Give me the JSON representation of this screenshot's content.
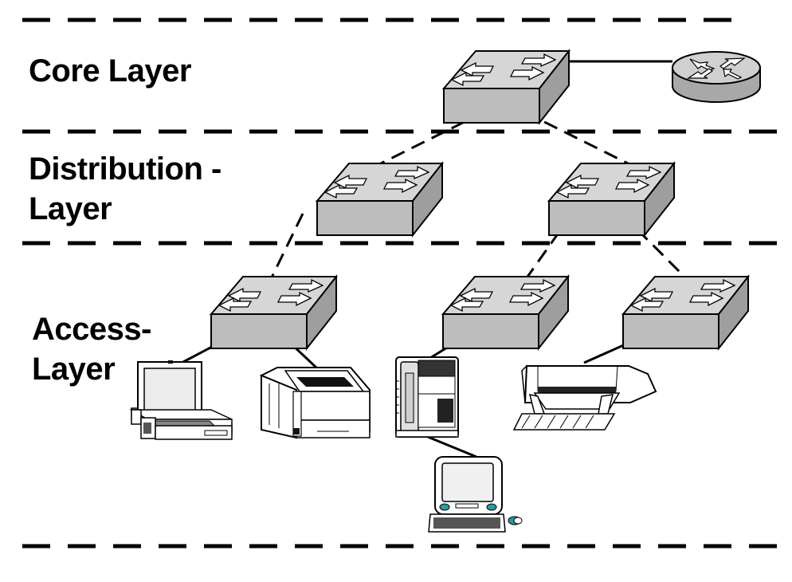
{
  "layers": [
    {
      "id": "core",
      "label": "Core Layer"
    },
    {
      "id": "distribution",
      "label": "Distribution -\nLayer"
    },
    {
      "id": "access",
      "label": "Access-\nLayer"
    }
  ],
  "colors": {
    "line": "#000000",
    "device_front": "#bdbdbd",
    "device_top": "#d6d6d6",
    "device_side": "#9e9e9e",
    "arrow_fill": "#ffffff",
    "accent_teal": "#2a9aa0",
    "background": "#ffffff"
  },
  "devices": [
    {
      "id": "core-switch",
      "type": "switch",
      "layer": "core",
      "icon": "switch-icon"
    },
    {
      "id": "router",
      "type": "router",
      "layer": "core",
      "icon": "router-icon"
    },
    {
      "id": "dist-switch-1",
      "type": "switch",
      "layer": "distribution",
      "icon": "switch-icon"
    },
    {
      "id": "dist-switch-2",
      "type": "switch",
      "layer": "distribution",
      "icon": "switch-icon"
    },
    {
      "id": "access-switch-1",
      "type": "switch",
      "layer": "access",
      "icon": "switch-icon"
    },
    {
      "id": "access-switch-2",
      "type": "switch",
      "layer": "access",
      "icon": "switch-icon"
    },
    {
      "id": "access-switch-3",
      "type": "switch",
      "layer": "access",
      "icon": "switch-icon"
    },
    {
      "id": "laptop",
      "type": "laptop",
      "layer": "access",
      "icon": "laptop-icon"
    },
    {
      "id": "laser-printer",
      "type": "printer",
      "layer": "access",
      "icon": "laser-printer-icon"
    },
    {
      "id": "ip-phone",
      "type": "phone",
      "layer": "access",
      "icon": "ip-phone-icon"
    },
    {
      "id": "desktop-pc",
      "type": "computer",
      "layer": "access",
      "icon": "desktop-computer-icon"
    },
    {
      "id": "inkjet-printer",
      "type": "printer",
      "layer": "access",
      "icon": "inkjet-printer-icon"
    }
  ],
  "links": [
    {
      "from": "core-switch",
      "to": "router",
      "style": "solid"
    },
    {
      "from": "core-switch",
      "to": "dist-switch-1",
      "style": "dashed"
    },
    {
      "from": "core-switch",
      "to": "dist-switch-2",
      "style": "dashed"
    },
    {
      "from": "dist-switch-1",
      "to": "access-switch-1",
      "style": "dashed"
    },
    {
      "from": "dist-switch-2",
      "to": "access-switch-2",
      "style": "dashed"
    },
    {
      "from": "dist-switch-2",
      "to": "access-switch-3",
      "style": "dashed"
    },
    {
      "from": "access-switch-1",
      "to": "laptop",
      "style": "solid"
    },
    {
      "from": "access-switch-1",
      "to": "laser-printer",
      "style": "solid"
    },
    {
      "from": "access-switch-2",
      "to": "ip-phone",
      "style": "solid"
    },
    {
      "from": "ip-phone",
      "to": "desktop-pc",
      "style": "solid"
    },
    {
      "from": "access-switch-3",
      "to": "inkjet-printer",
      "style": "solid"
    }
  ]
}
